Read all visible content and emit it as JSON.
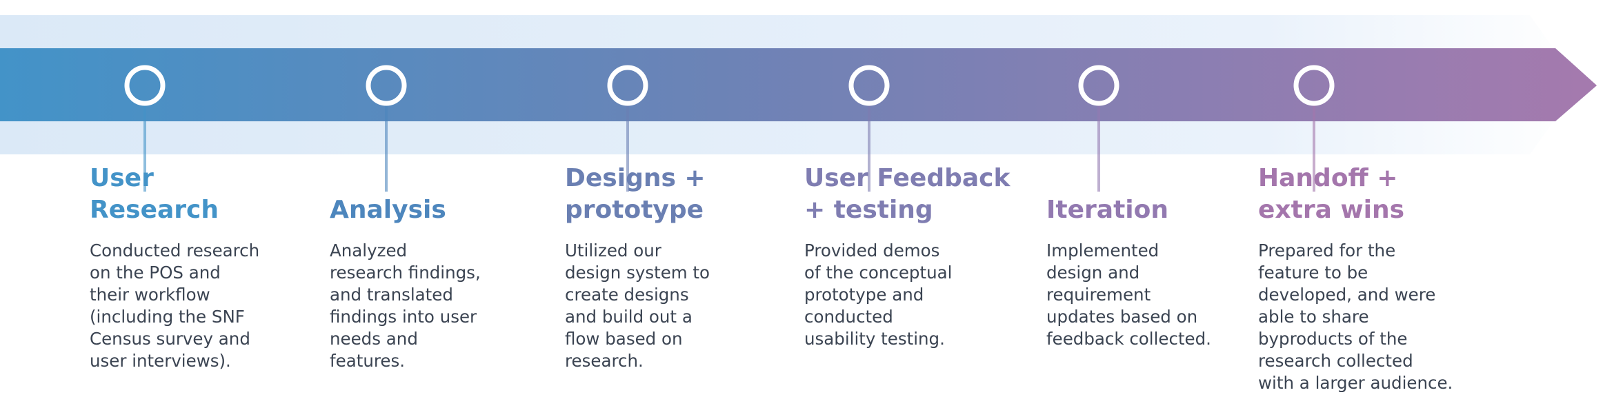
{
  "steps": [
    {
      "title_lines": [
        "User",
        "Research"
      ],
      "desc_lines": [
        "Conducted research",
        "on the POS and",
        "their workflow",
        "(including the SNF",
        "Census survey and",
        "user interviews)."
      ],
      "color": "#4393c8"
    },
    {
      "title_lines": [
        "",
        "Analysis"
      ],
      "desc_lines": [
        "Analyzed",
        "research findings,",
        "and translated",
        "findings into user",
        "needs and",
        "features."
      ],
      "color": "#4d86bd"
    },
    {
      "title_lines": [
        "Designs +",
        "prototype"
      ],
      "desc_lines": [
        "Utilized our",
        "design system to",
        "create designs",
        "and build out a",
        "flow based on",
        "research."
      ],
      "color": "#6a7fb2"
    },
    {
      "title_lines": [
        "User Feedback",
        "+ testing"
      ],
      "desc_lines": [
        "Provided demos",
        "of the conceptual",
        "prototype and",
        "conducted",
        "usability testing."
      ],
      "color": "#7f7db1"
    },
    {
      "title_lines": [
        "",
        "Iteration"
      ],
      "desc_lines": [
        "Implemented",
        "design and",
        "requirement",
        "updates based on",
        "feedback collected."
      ],
      "color": "#9279b0"
    },
    {
      "title_lines": [
        "Handoff +",
        "extra wins"
      ],
      "desc_lines": [
        "Prepared for the",
        "feature to be",
        "developed, and were",
        "able to share",
        "byproducts of the",
        "research collected",
        "with a larger audience."
      ],
      "color": "#a476ac"
    }
  ],
  "colors": {
    "arrow_start": "#4393c8",
    "arrow_end": "#a57aae",
    "band_light": "#dbe9f7",
    "body_text": "#3b4452",
    "node_fill": "#ffffff"
  }
}
